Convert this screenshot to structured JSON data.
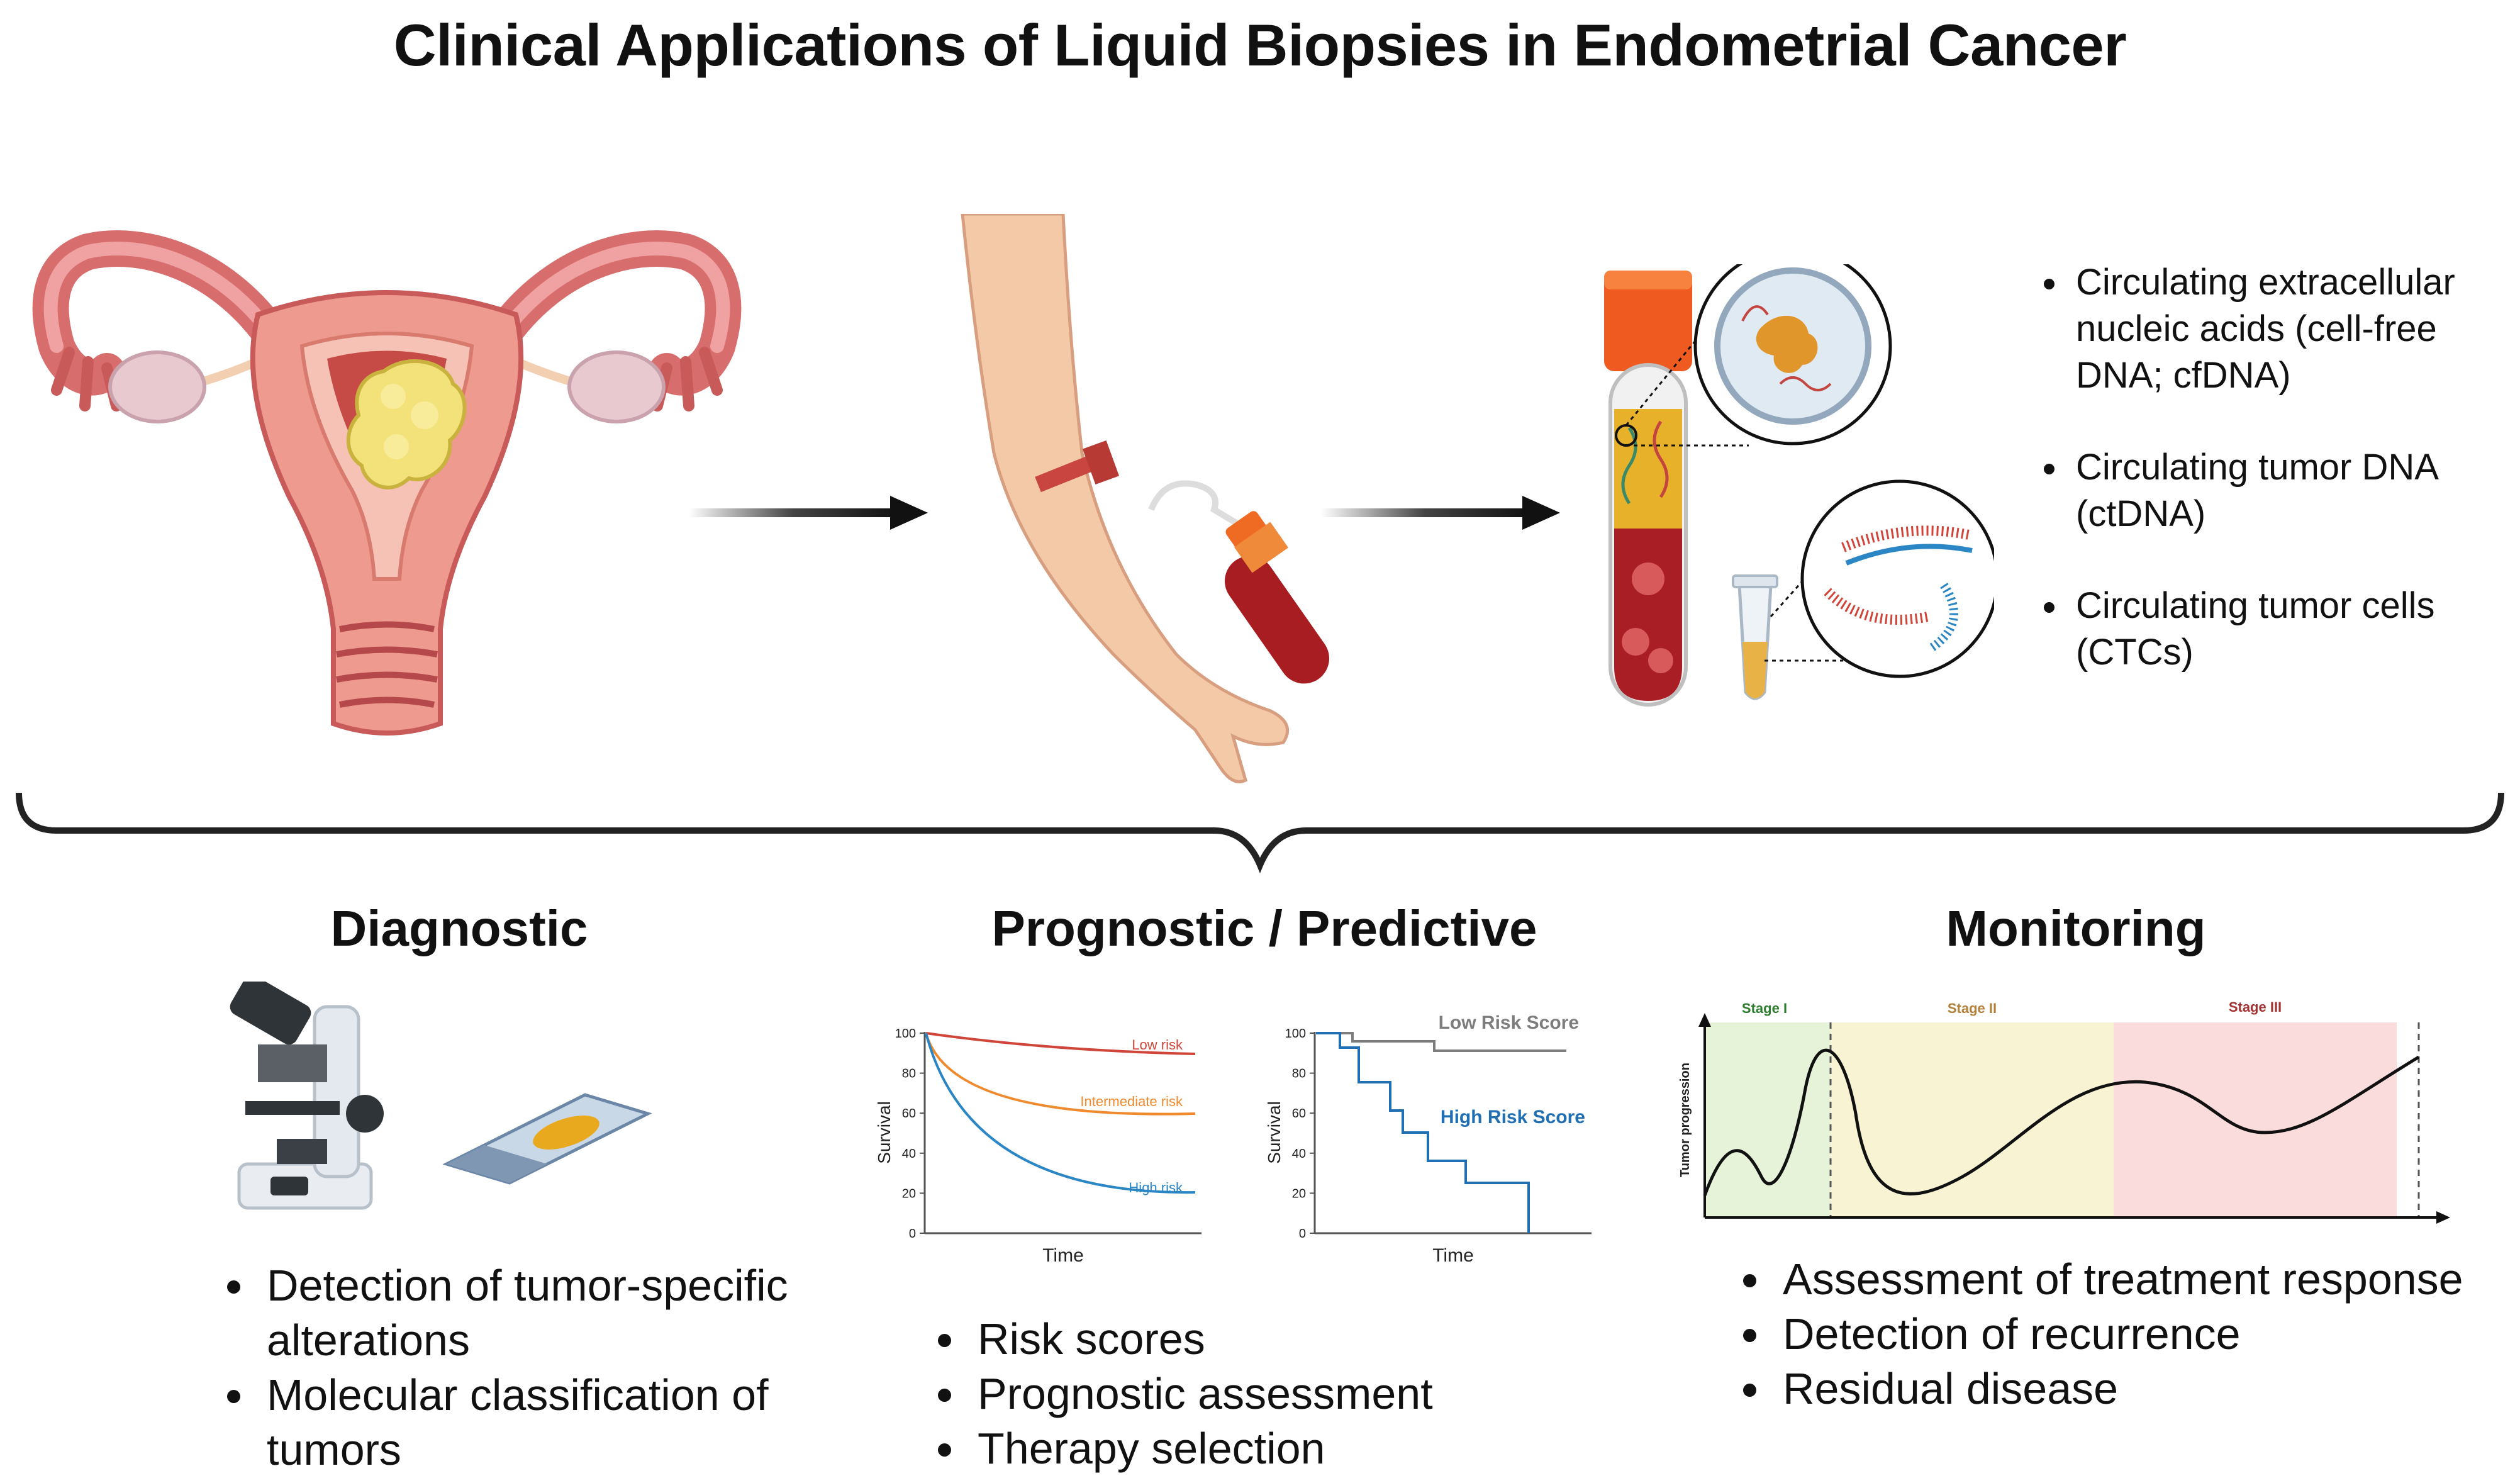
{
  "title": "Clinical Applications of Liquid Biopsies in Endometrial Cancer",
  "analytes": [
    "Circulating extracellular nucleic acids (cell-free DNA; cfDNA)",
    "Circulating tumor DNA (ctDNA)",
    "Circulating tumor cells (CTCs)"
  ],
  "sections": {
    "diagnostic": {
      "title": "Diagnostic",
      "bullets": [
        "Detection of tumor-specific alterations",
        "Molecular classification of tumors"
      ]
    },
    "prognostic": {
      "title": "Prognostic / Predictive",
      "bullets": [
        "Risk scores",
        "Prognostic assessment",
        "Therapy selection"
      ]
    },
    "monitoring": {
      "title": "Monitoring",
      "bullets": [
        "Assessment of treatment response",
        "Detection of recurrence",
        "Residual disease"
      ]
    }
  },
  "survival_chart_1": {
    "ylabel": "Survival",
    "xlabel": "Time",
    "yticks": [
      "100",
      "80",
      "60",
      "40",
      "20",
      "0"
    ],
    "series": [
      {
        "name": "Low risk",
        "color": "#d0453a"
      },
      {
        "name": "Intermediate risk",
        "color": "#ef8a2e"
      },
      {
        "name": "High risk",
        "color": "#2b86c5"
      }
    ]
  },
  "survival_chart_2": {
    "ylabel": "Survival",
    "xlabel": "Time",
    "yticks": [
      "100",
      "80",
      "60",
      "40",
      "20",
      "0"
    ],
    "series": [
      {
        "name": "Low Risk Score",
        "color": "#7d7d7d"
      },
      {
        "name": "High Risk Score",
        "color": "#1f6fb2"
      }
    ]
  },
  "progression_chart": {
    "ylabel": "Tumor progression",
    "stages": [
      {
        "name": "Stage I",
        "color": "#2f7d2f",
        "bg": "#e6f3d9"
      },
      {
        "name": "Stage II",
        "color": "#b5803a",
        "bg": "#f7f3d3"
      },
      {
        "name": "Stage III",
        "color": "#a33232",
        "bg": "#fbdcdc"
      }
    ]
  }
}
